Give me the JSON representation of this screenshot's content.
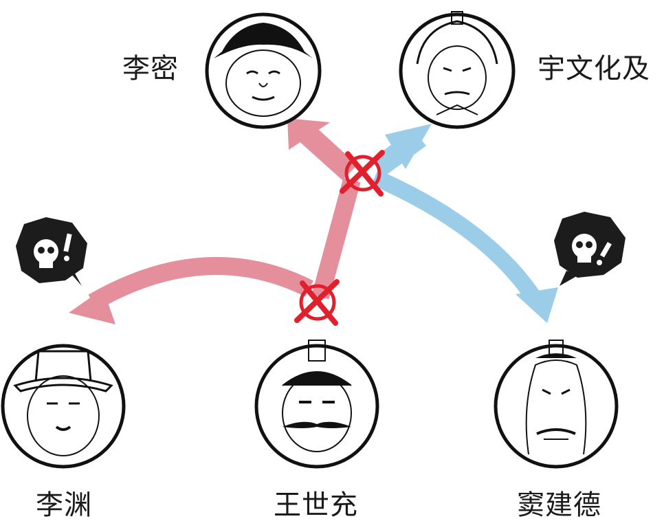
{
  "figures": {
    "li_mi": {
      "name": "李密"
    },
    "yuwen_huaji": {
      "name": "宇文化及"
    },
    "li_yuan": {
      "name": "李渊"
    },
    "wang_shichong": {
      "name": "王世充"
    },
    "dou_jiande": {
      "name": "窦建德"
    }
  },
  "colors": {
    "pink_arrow": "#e58f9c",
    "blue_arrow": "#9ccde8",
    "red_cross": "#e0202c",
    "outline": "#111111",
    "bubble": "#1c1c1c"
  },
  "icons": {
    "clash_marker": "crossed-circle-icon",
    "warning_bubble": "skull-exclamation-icon"
  }
}
